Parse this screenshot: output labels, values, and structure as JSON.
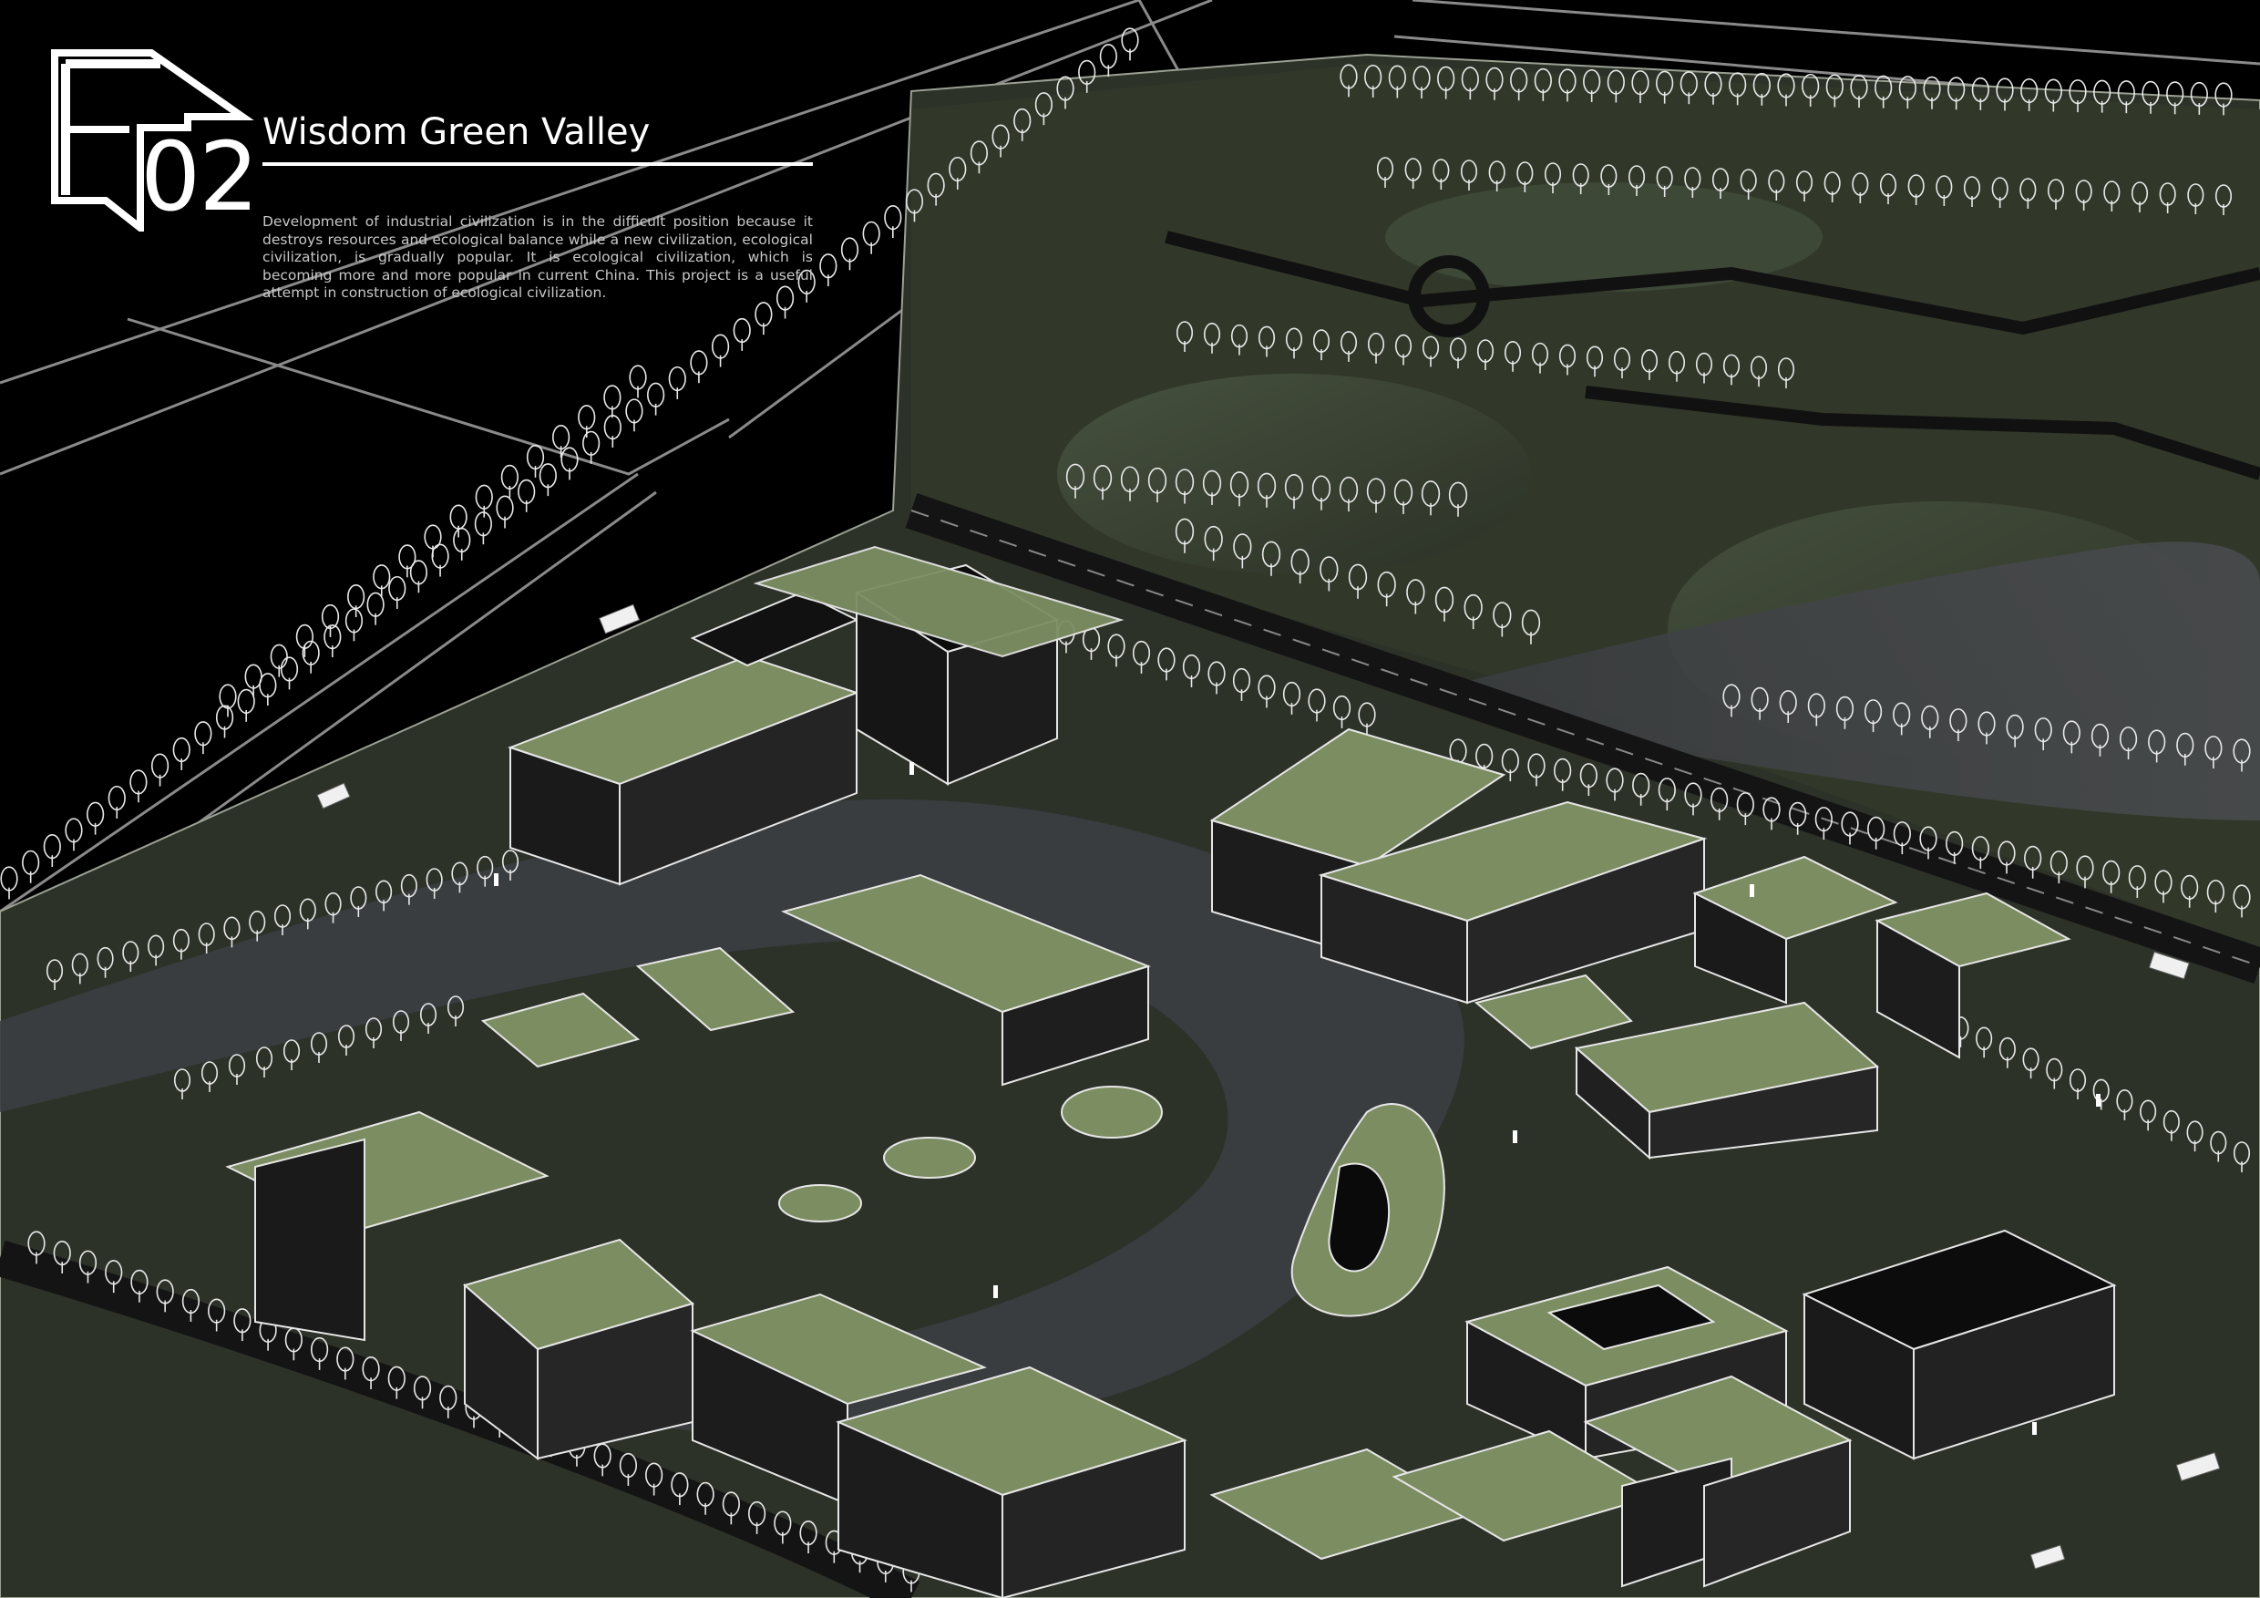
{
  "header": {
    "code": "02",
    "title": "Wisdom Green Valley",
    "description": "Development of industrial civilization is in the difficult position because it destroys resources and ecological balance while a new civilization, ecological civilization, is gradually popular. It is ecological civilization, which is becoming more and more popular in current China. This project is a useful attempt in construction of ecological civilization."
  },
  "colors": {
    "background": "#000000",
    "ground": "#2e3329",
    "roof_green": "#7c8d62",
    "water": "#3d3f42",
    "line": "#e6e6e6",
    "text": "#ffffff"
  }
}
